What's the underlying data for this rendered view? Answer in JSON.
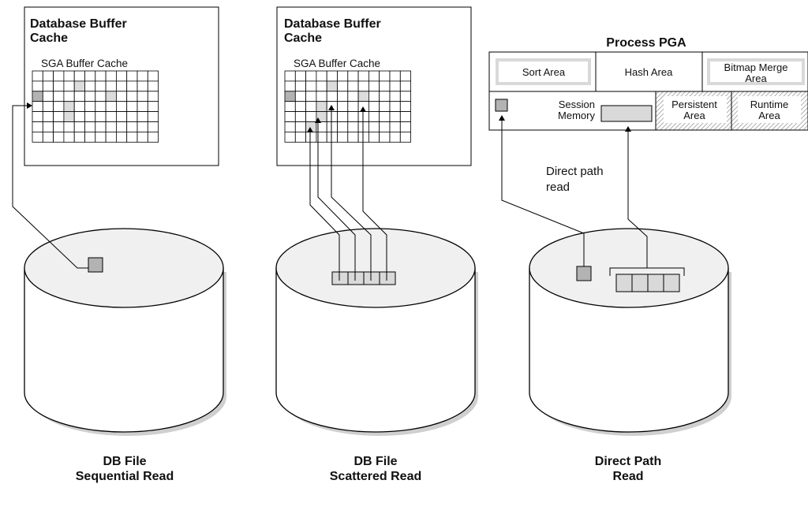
{
  "panels": [
    {
      "cache_title_line1": "Database Buffer",
      "cache_title_line2": "Cache",
      "sga_label": "SGA Buffer Cache",
      "caption_line1": "DB File",
      "caption_line2": "Sequential Read"
    },
    {
      "cache_title_line1": "Database Buffer",
      "cache_title_line2": "Cache",
      "sga_label": "SGA Buffer Cache",
      "caption_line1": "DB File",
      "caption_line2": "Scattered Read"
    },
    {
      "caption_line1": "Direct Path",
      "caption_line2": "Read"
    }
  ],
  "pga": {
    "title": "Process PGA",
    "sort_area": "Sort Area",
    "hash_area": "Hash Area",
    "bitmap_line1": "Bitmap Merge",
    "bitmap_line2": "Area",
    "session_line1": "Session",
    "session_line2": "Memory",
    "persistent_line1": "Persistent",
    "persistent_line2": "Area",
    "runtime_line1": "Runtime",
    "runtime_line2": "Area"
  },
  "direct_path_label_line1": "Direct path",
  "direct_path_label_line2": "read",
  "colors": {
    "block_fill": "#b3b3b3",
    "area_fill": "#d9d9d9",
    "cylinder_top": "#f0f0f0",
    "shadow": "#cfcfcf",
    "hatch": "#9a9a9a"
  }
}
